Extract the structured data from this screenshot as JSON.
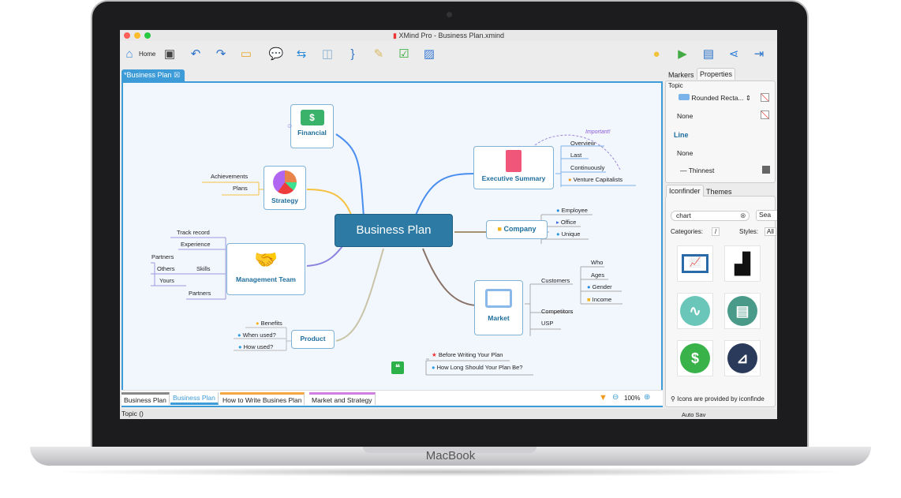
{
  "device": {
    "brand": "MacBook"
  },
  "window": {
    "title": "XMind Pro - Business Plan.xmind"
  },
  "toolbar": {
    "home_label": "Home",
    "icons": [
      "home-icon",
      "save-icon",
      "undo-icon",
      "redo-icon",
      "topic-icon",
      "callout-icon",
      "relationship-icon",
      "boundary-icon",
      "summary-icon",
      "note-icon",
      "task-icon",
      "image-icon",
      "idea-icon",
      "presentation-icon",
      "gantt-icon",
      "share-icon",
      "export-icon"
    ]
  },
  "editor": {
    "tab_label": "*Business Plan"
  },
  "map": {
    "central": "Business Plan",
    "financial": "Financial",
    "strategy": {
      "label": "Strategy",
      "children": [
        "Achievements",
        "Plans"
      ]
    },
    "management": {
      "label": "Management Team",
      "children": [
        "Track record",
        "Experience",
        "Skills",
        "Partners"
      ],
      "skills_children": [
        "Partners",
        "Others",
        "Yours"
      ]
    },
    "product": {
      "label": "Product",
      "children": [
        "Benefits",
        "When used?",
        "How used?"
      ]
    },
    "executive": {
      "label": "Executive Summary",
      "children": [
        "Overview",
        "Last",
        "Continuously",
        "Venture Capitalists"
      ],
      "relationship_label": "Important!"
    },
    "company": {
      "label": "Company",
      "children": [
        "Employee",
        "Office",
        "Unique"
      ]
    },
    "market": {
      "label": "Market",
      "children": [
        "Customers",
        "Competitors",
        "USP"
      ],
      "customers_children": [
        "Who",
        "Ages",
        "Gender",
        "Income"
      ]
    },
    "floating": [
      "Before Writing Your Plan",
      "How Long Should Your Plan Be?"
    ]
  },
  "sheets": {
    "tabs": [
      "Business Plan",
      "Business Plan",
      "How to Write Busines Plan",
      "Market and Strategy"
    ],
    "zoom": "100%"
  },
  "status": {
    "left": "Topic ()",
    "right": "Auto Sav"
  },
  "properties": {
    "tabs": [
      "Markers",
      "Properties"
    ],
    "section_topic": "Topic",
    "shape": "Rounded Recta...",
    "border": "None",
    "section_line": "Line",
    "line_style": "None",
    "line_width": "Thinnest"
  },
  "iconfinder": {
    "tabs": [
      "Iconfinder",
      "Themes"
    ],
    "search_value": "chart",
    "search_button": "Sea",
    "categories_label": "Categories:",
    "categories_value": "/",
    "styles_label": "Styles:",
    "styles_value": "All",
    "footer": "Icons are provided by iconfinde"
  }
}
